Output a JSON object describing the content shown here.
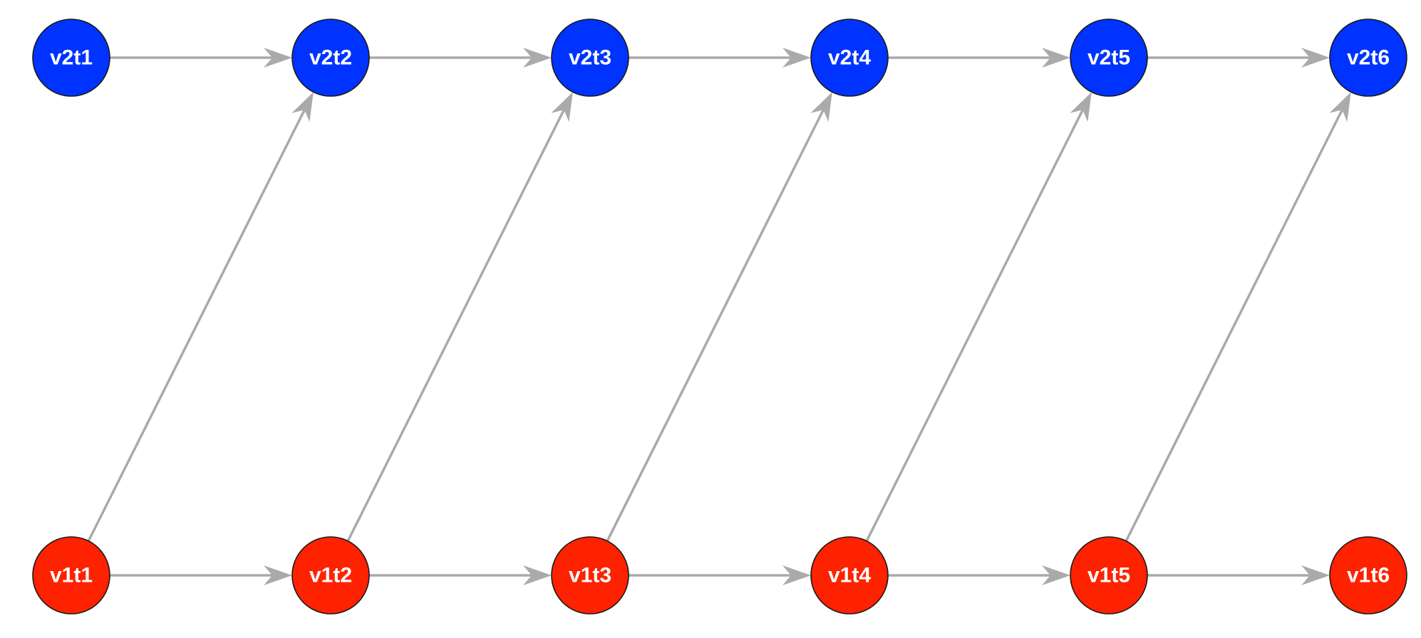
{
  "diagram": {
    "type": "directed-graph",
    "colors": {
      "layer_v2": "#0033ff",
      "layer_v1": "#ff2200",
      "edge": "#aaaaaa",
      "node_border": "#1a1a1a",
      "label": "#ffffff"
    },
    "rows": [
      {
        "id": "v2",
        "color_key": "layer_v2",
        "nodes": [
          "v2t1",
          "v2t2",
          "v2t3",
          "v2t4",
          "v2t5",
          "v2t6"
        ]
      },
      {
        "id": "v1",
        "color_key": "layer_v1",
        "nodes": [
          "v1t1",
          "v1t2",
          "v1t3",
          "v1t4",
          "v1t5",
          "v1t6"
        ]
      }
    ],
    "edges": [
      [
        "v2t1",
        "v2t2"
      ],
      [
        "v2t2",
        "v2t3"
      ],
      [
        "v2t3",
        "v2t4"
      ],
      [
        "v2t4",
        "v2t5"
      ],
      [
        "v2t5",
        "v2t6"
      ],
      [
        "v1t1",
        "v1t2"
      ],
      [
        "v1t2",
        "v1t3"
      ],
      [
        "v1t3",
        "v1t4"
      ],
      [
        "v1t4",
        "v1t5"
      ],
      [
        "v1t5",
        "v1t6"
      ],
      [
        "v1t1",
        "v2t2"
      ],
      [
        "v1t2",
        "v2t3"
      ],
      [
        "v1t3",
        "v2t4"
      ],
      [
        "v1t4",
        "v2t5"
      ],
      [
        "v1t5",
        "v2t6"
      ]
    ]
  }
}
